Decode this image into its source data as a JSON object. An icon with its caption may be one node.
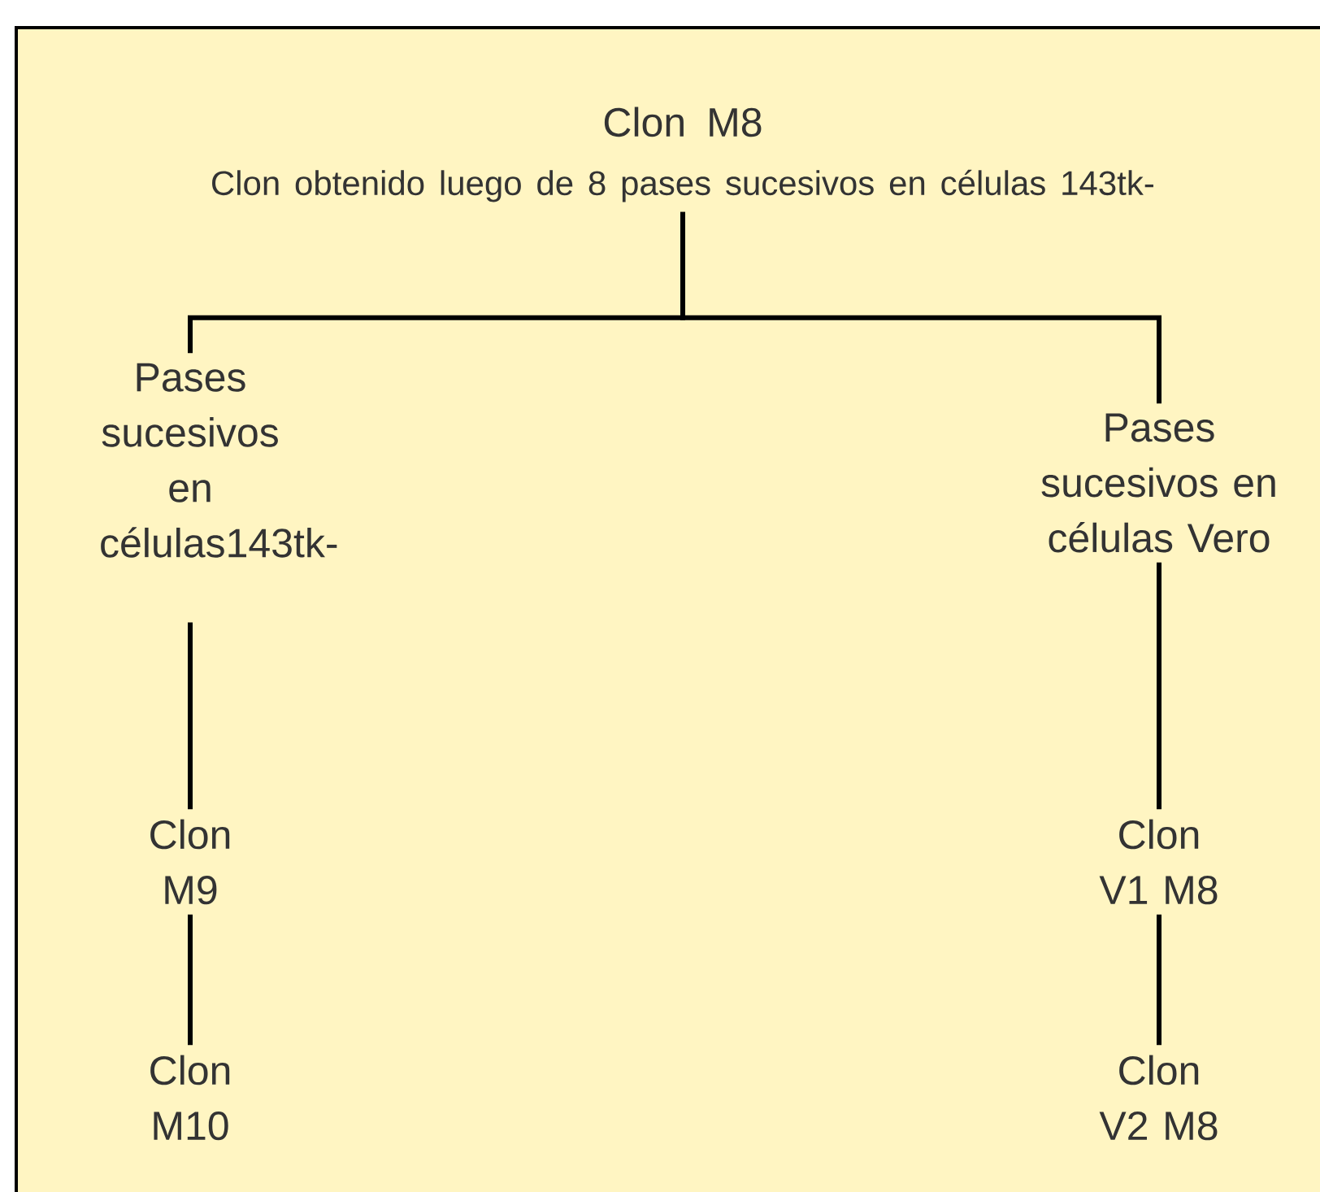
{
  "diagram": {
    "nodes": [
      {
        "text": [
          "Clon M8",
          "Clon obtenido luego de 8 pases sucesivos en células 143tk-"
        ]
      },
      {
        "text": [
          "Pases sucesivos en células143tk-"
        ]
      },
      {
        "text": [
          "Pases sucesivos en células Vero"
        ]
      },
      {
        "text": [
          "Clon M9"
        ]
      },
      {
        "text": [
          "Clon M10"
        ]
      },
      {
        "text": [
          "Clon V1 M8"
        ]
      },
      {
        "text": [
          "Clon V2 M8"
        ]
      }
    ],
    "edges": [
      {
        "from": 0,
        "to": 1,
        "arrow": "none"
      },
      {
        "from": 0,
        "to": 2,
        "arrow": "none"
      },
      {
        "from": 1,
        "to": 3,
        "arrow": "none"
      },
      {
        "from": 3,
        "to": 4,
        "arrow": "none"
      },
      {
        "from": 2,
        "to": 5,
        "arrow": "none"
      },
      {
        "from": 5,
        "to": 6,
        "arrow": "none"
      }
    ]
  }
}
